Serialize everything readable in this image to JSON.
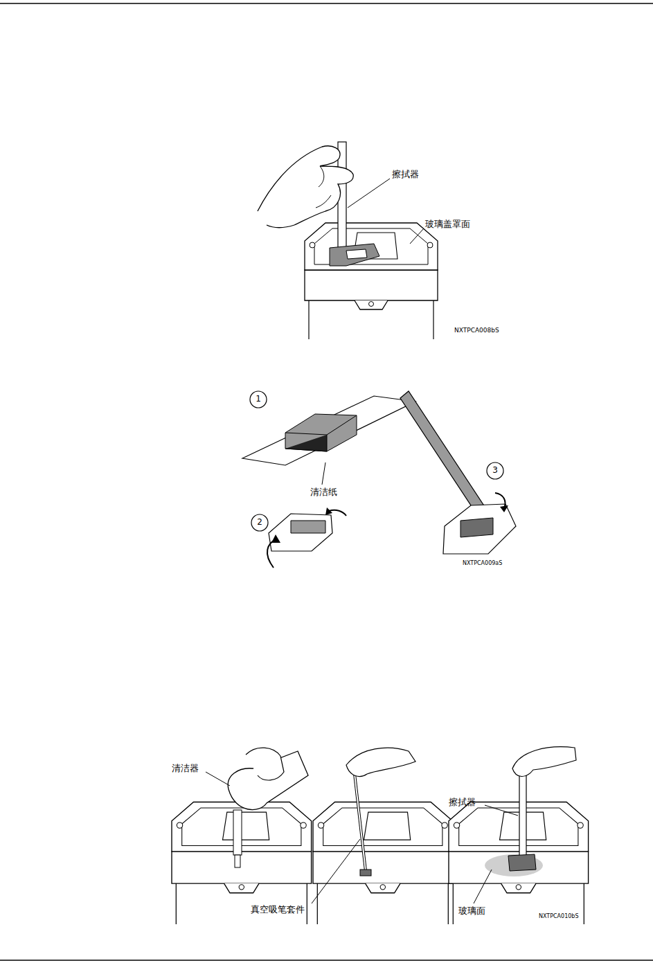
{
  "diagram": {
    "labels": [
      "擦拭器",
      "玻璃盖罩面",
      "NXTPCA008bS",
      "1",
      "清洁纸",
      "2",
      "3",
      "NXTPCA009aS",
      "清洁器",
      "真空吸笔套件",
      "擦拭器",
      "玻璃面",
      "NXTPCA010bS"
    ]
  }
}
